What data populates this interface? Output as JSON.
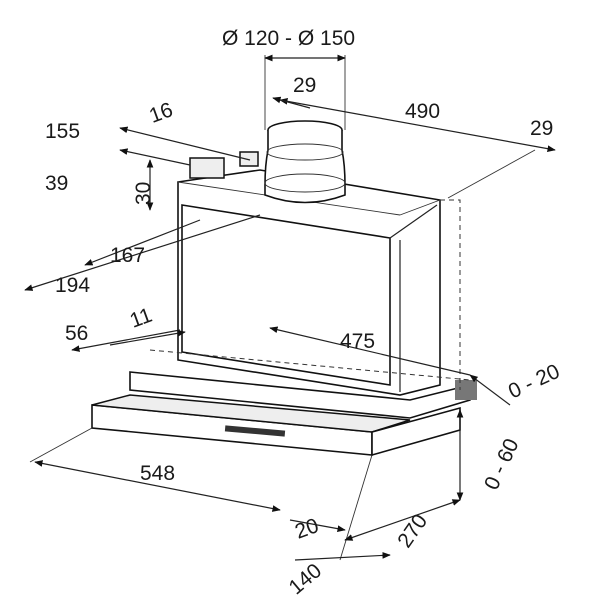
{
  "title": "Range hood installation dimensions",
  "dimensions": {
    "duct_diameter": "Ø 120 - Ø 150",
    "top_29": "29",
    "width_490": "490",
    "right_29": "29",
    "d155": "155",
    "d16": "16",
    "d39": "39",
    "d30": "30",
    "d167": "167",
    "d194": "194",
    "d56": "56",
    "d11": "11",
    "d475": "475",
    "range_0_20": "0 - 20",
    "range_0_60": "0 - 60",
    "d548": "548",
    "d20": "20",
    "d270": "270",
    "d140": "140"
  }
}
